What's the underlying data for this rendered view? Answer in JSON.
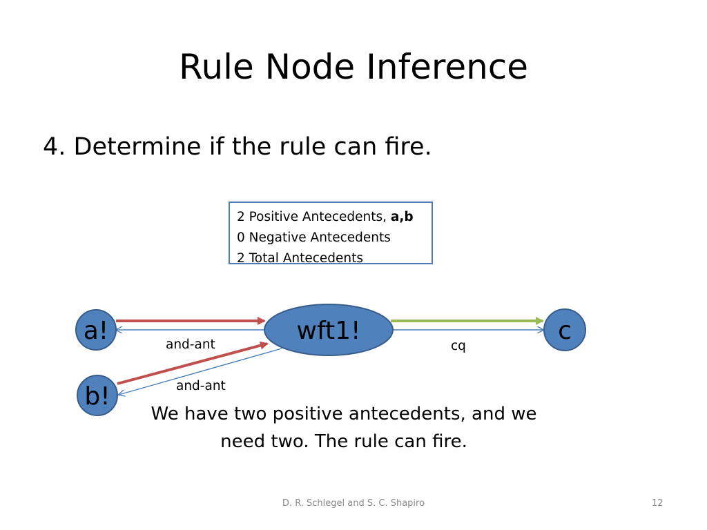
{
  "slide": {
    "title": "Rule Node Inference",
    "bullet": "4. Determine if the rule can fire.",
    "info_box": {
      "line1_prefix": "2 Positive Antecedents, ",
      "line1_bold": "a,b",
      "line2": "0 Negative Antecedents",
      "line3": "2 Total Antecedents"
    },
    "nodes": {
      "a": "a!",
      "b": "b!",
      "wft": "wft1!",
      "c": "c"
    },
    "edge_labels": {
      "a_edge": "and-ant",
      "b_edge": "and-ant",
      "c_edge": "cq"
    },
    "caption_line1": "We have two positive antecedents, and we",
    "caption_line2": "need two. The rule can fire.",
    "footer_authors": "D. R. Schlegel and S. C. Shapiro",
    "page_number": "12"
  },
  "colors": {
    "node_fill": "#4f81bd",
    "node_stroke": "#385d8a",
    "relation_arrow": "#4a7ebb",
    "message_arrow_red": "#c0504d",
    "message_arrow_green": "#9bbb59"
  }
}
